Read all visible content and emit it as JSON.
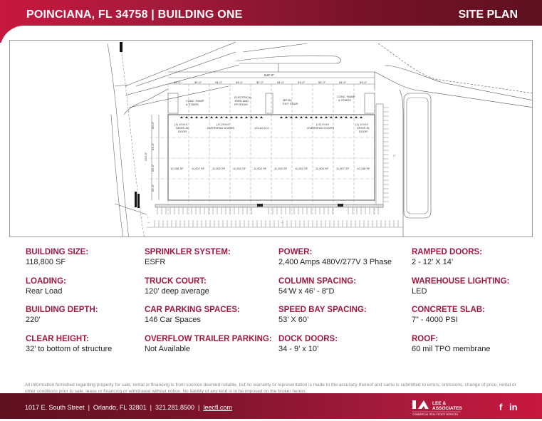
{
  "header": {
    "title": "POINCIANA, FL 34758 | BUILDING ONE",
    "section": "SITE PLAN"
  },
  "site_plan": {
    "overall_width": "540'-0\"",
    "bay_width": "54'-0\"",
    "bay_count": 10,
    "depth_total": "220'-0\"",
    "depth_segments": [
      "60'-0\"",
      "53'-4\"",
      "53'-4\"",
      "53'-4\""
    ],
    "labels": {
      "ramp_left": [
        "CONC. RAMP",
        "& STAIRS"
      ],
      "ramp_right": [
        "CONC. RAMP",
        "& STAIRS"
      ],
      "electrical": [
        "ELECTRICAL",
        "YARD AND",
        "FP ROOM"
      ],
      "metal_stair": [
        "METAL",
        "EXIT STAIR"
      ],
      "drive_in_left": [
        "(1) 12'x14'",
        "DRIVE-IN",
        "DOOR"
      ],
      "drive_in_right": [
        "(1) 12'x14'",
        "DRIVE-IN",
        "DOOR"
      ],
      "overhead_left": [
        "(17) 9'x10'",
        "OVERHEAD DOORS"
      ],
      "overhead_right": [
        "(17) 9'x10'",
        "OVERHEAD DOORS"
      ],
      "ko": "12'x14' K.O."
    },
    "bay_areas": [
      "12,038 SF",
      "11,907 SF",
      "11,902 SF",
      "11,902 SF",
      "11,902 SF",
      "11,902 SF",
      "11,902 SF",
      "11,902 SF",
      "11,907 SF",
      "12,038 SF"
    ]
  },
  "specs": {
    "col1": [
      {
        "label": "BUILDING SIZE:",
        "value": "118,800 SF"
      },
      {
        "label": "LOADING:",
        "value": "Rear Load"
      },
      {
        "label": "BUILDING DEPTH:",
        "value": "220’"
      },
      {
        "label": "CLEAR HEIGHT:",
        "value": "32’ to bottom of structure"
      }
    ],
    "col2": [
      {
        "label": "SPRINKLER SYSTEM:",
        "value": "ESFR"
      },
      {
        "label": "TRUCK COURT:",
        "value": "120’ deep average"
      },
      {
        "label": "CAR PARKING SPACES:",
        "value": "146 Car Spaces"
      },
      {
        "label": "OVERFLOW TRAILER PARKING:",
        "value": "Not Available"
      }
    ],
    "col3": [
      {
        "label": "POWER:",
        "value": "2,400 Amps 480V/277V 3 Phase"
      },
      {
        "label": "COLUMN SPACING:",
        "value": "54’W x 46’ - 8”D"
      },
      {
        "label": "SPEED BAY SPACING:",
        "value": "53’ X 60’"
      },
      {
        "label": "DOCK DOORS:",
        "value": "34 - 9’ x 10’"
      }
    ],
    "col4": [
      {
        "label": "RAMPED DOORS:",
        "value": "2 - 12’ X 14’"
      },
      {
        "label": "WAREHOUSE LIGHTING:",
        "value": "LED"
      },
      {
        "label": "CONCRETE SLAB:",
        "value": "7” - 4000 PSI"
      },
      {
        "label": "ROOF:",
        "value": "60 mil TPO membrane"
      }
    ]
  },
  "disclaimer": "All information furnished regarding property for sale, rental or financing is from sources deemed reliable, but no warranty or representation is made to the accuracy thereof and same is submitted to errors, omissions, change of price, rental or other conditions prior to sale, lease or financing or withdrawal without notice. No liability of any kind is to be imposed on the broker herein.",
  "footer": {
    "street": "1017 E. South Street",
    "city": "Orlando, FL 32801",
    "phone": "321.281.8500",
    "website": "leecfl.com",
    "logo_line1": "LEE &",
    "logo_line2": "ASSOCIATES",
    "logo_tagline": "COMMERCIAL REAL ESTATE SERVICES",
    "social": [
      "f",
      "in"
    ]
  },
  "colors": {
    "brand_red": "#c8183f",
    "brand_dark": "#5e1020",
    "label_red": "#a3173f"
  }
}
